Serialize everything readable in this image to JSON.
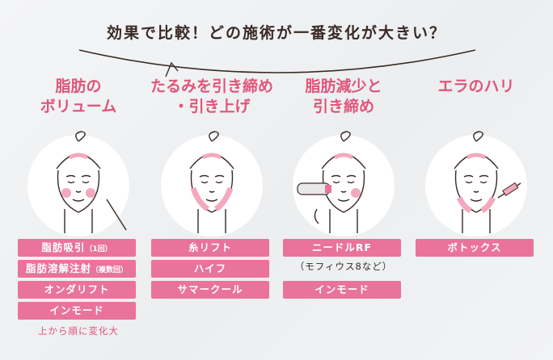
{
  "title": "効果で比較！どの施術が一番変化が大きい？",
  "colors": {
    "accent": "#e0557a",
    "pill": "#e9739a",
    "text": "#3a2a26"
  },
  "columns": [
    {
      "heading_line1": "脂肪の",
      "heading_line2": "ボリューム",
      "icon": "face-fat-volume-icon",
      "treatments": [
        {
          "label": "脂肪吸引",
          "sub": "（1回）"
        },
        {
          "label": "脂肪溶解注射",
          "sub": "（複数回）"
        },
        {
          "label": "オンダリフト",
          "sub": ""
        },
        {
          "label": "インモード",
          "sub": ""
        }
      ],
      "note": "上から順に変化大"
    },
    {
      "heading_line1": "たるみを引き締め",
      "heading_line2": "・引き上げ",
      "icon": "face-sagging-icon",
      "treatments": [
        {
          "label": "糸リフト",
          "sub": ""
        },
        {
          "label": "ハイフ",
          "sub": ""
        },
        {
          "label": "サマークール",
          "sub": ""
        }
      ]
    },
    {
      "heading_line1": "脂肪減少と",
      "heading_line2": "引き締め",
      "icon": "face-rf-device-icon",
      "treatments": [
        {
          "label": "ニードルRF",
          "sub": ""
        },
        {
          "label": "インモード",
          "sub": ""
        }
      ],
      "note": "（モフィウス8など）"
    },
    {
      "heading_line1": "",
      "heading_line2": "エラのハリ",
      "icon": "face-injection-icon",
      "treatments": [
        {
          "label": "ボトックス",
          "sub": ""
        }
      ]
    }
  ]
}
